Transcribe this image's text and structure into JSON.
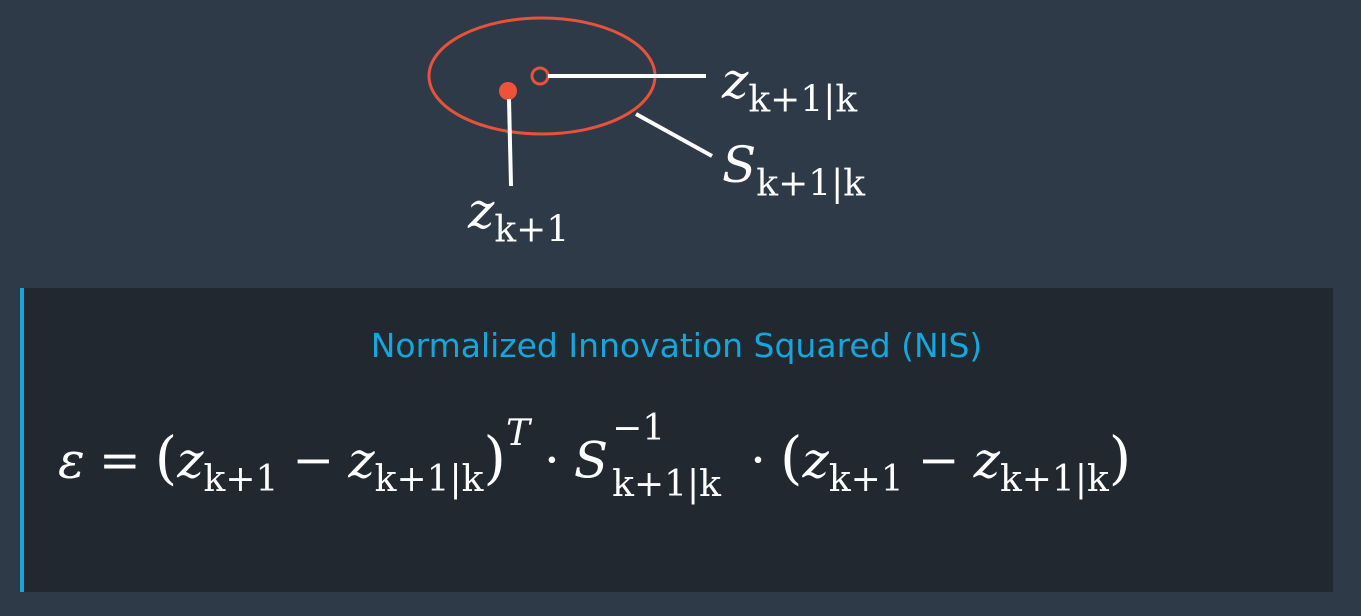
{
  "diagram": {
    "prediction_label": {
      "base": "z",
      "sub": "k+1|k"
    },
    "covariance_label": {
      "base": "S",
      "sub": "k+1|k"
    },
    "measurement_label": {
      "base": "z",
      "sub": "k+1"
    },
    "colors": {
      "ellipse": "#e8513b",
      "measurement_point": "#f0513a",
      "leader_lines": "#ffffff",
      "background": "#2e3a48"
    }
  },
  "nis_panel": {
    "title": "Normalized Innovation Squared (NIS)",
    "formula": {
      "lhs": "ε",
      "equals": "=",
      "open_paren": "(",
      "term1_base": "z",
      "term1_sub": "k+1",
      "minus": "−",
      "term2_base": "z",
      "term2_sub": "k+1|k",
      "close_paren": ")",
      "transpose": "T",
      "dot": "·",
      "S_base": "S",
      "S_sup": "−1",
      "S_sub": "k+1|k"
    },
    "colors": {
      "title": "#16a6da",
      "accent": "#16a6da",
      "background": "#212830"
    }
  }
}
